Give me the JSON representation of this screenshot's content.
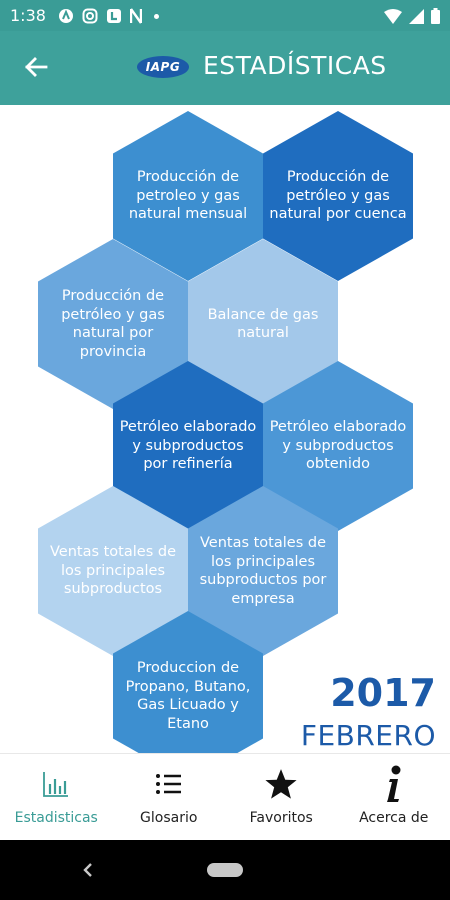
{
  "status_bar": {
    "time": "1:38"
  },
  "app_bar": {
    "logo_text": "IAPG",
    "title": "ESTADÍSTICAS"
  },
  "hexagons": [
    {
      "label": "Producción de petroleo y gas natural mensual",
      "color": "#3d8fd0"
    },
    {
      "label": "Producción de petróleo y gas natural por cuenca",
      "color": "#1f6dbf"
    },
    {
      "label": "Producción de petróleo y gas natural por provincia",
      "color": "#6aa7dd"
    },
    {
      "label": "Balance de gas natural",
      "color": "#a3c8ea"
    },
    {
      "label": "Petróleo elaborado y subproductos por refinería",
      "color": "#1f6dbf"
    },
    {
      "label": "Petróleo elaborado y subproductos obtenido",
      "color": "#4c97d6"
    },
    {
      "label": "Ventas totales de los principales subproductos",
      "color": "#b3d3ef"
    },
    {
      "label": "Ventas totales de los principales subproductos por empresa",
      "color": "#6aa7dd"
    },
    {
      "label": "Produccion de Propano, Butano, Gas Licuado y Etano",
      "color": "#3d8fd0"
    }
  ],
  "period": {
    "year": "2017",
    "month": "FEBRERO"
  },
  "bottom_nav": [
    {
      "label": "Estadisticas",
      "icon": "bar-chart-icon",
      "active": true
    },
    {
      "label": "Glosario",
      "icon": "list-icon",
      "active": false
    },
    {
      "label": "Favoritos",
      "icon": "star-icon",
      "active": false
    },
    {
      "label": "Acerca de",
      "icon": "info-icon",
      "active": false
    }
  ],
  "colors": {
    "app_bar": "#3ea19b",
    "brand_blue": "#1c5aa8",
    "active_nav": "#3a9c96"
  }
}
